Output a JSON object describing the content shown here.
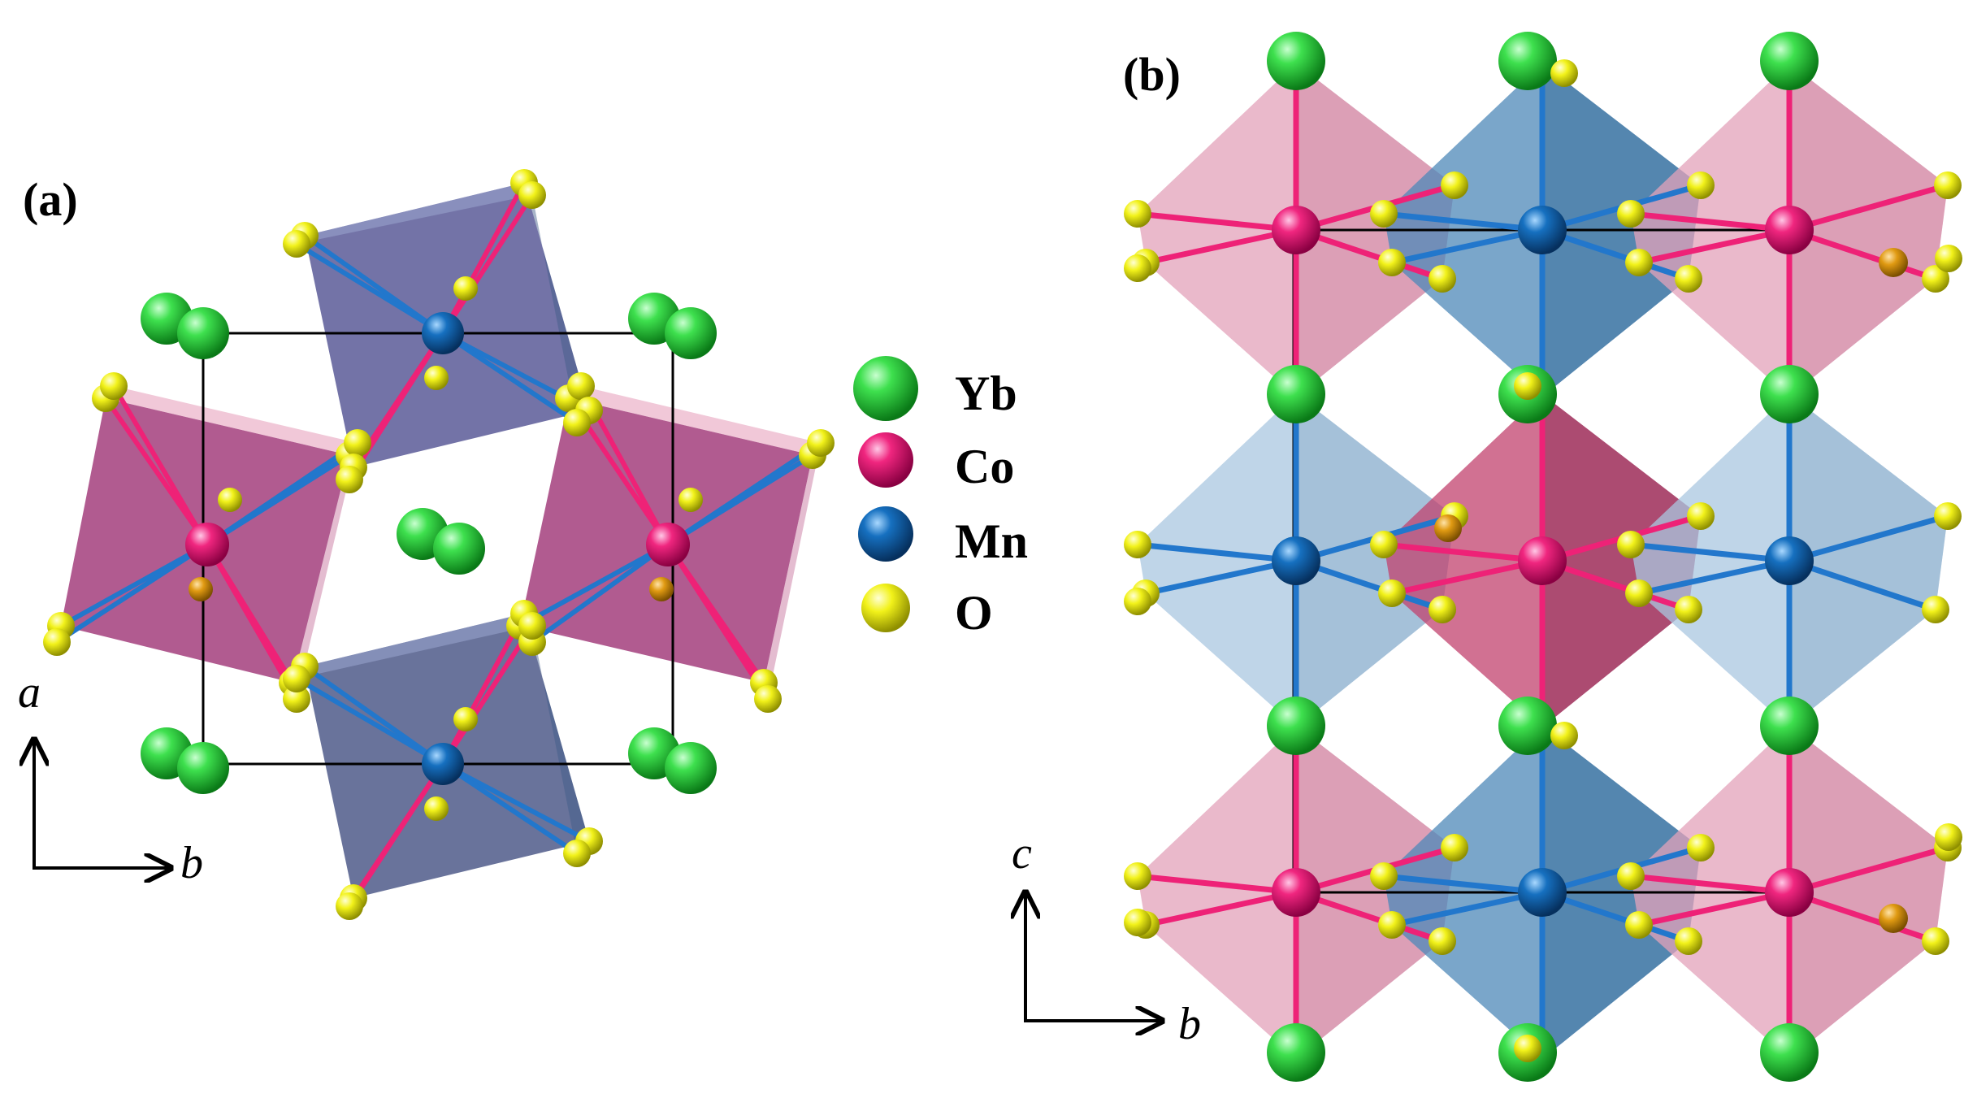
{
  "panels": {
    "a": {
      "label": "(a)",
      "axes": {
        "vertical": "a",
        "horizontal": "b"
      }
    },
    "b": {
      "label": "(b)",
      "axes": {
        "vertical": "c",
        "horizontal": "b"
      }
    }
  },
  "legend": [
    {
      "element": "Yb",
      "color": "#22cc33"
    },
    {
      "element": "Co",
      "color": "#ee2288"
    },
    {
      "element": "Mn",
      "color": "#1166aa"
    },
    {
      "element": "O",
      "color": "#e6e600"
    }
  ],
  "colors": {
    "co_octahedron": "#d98aa6",
    "mn_octahedron": "#4d88b8",
    "co_bond": "#ee2277",
    "mn_bond": "#2277cc",
    "cell_outline": "#000000"
  }
}
